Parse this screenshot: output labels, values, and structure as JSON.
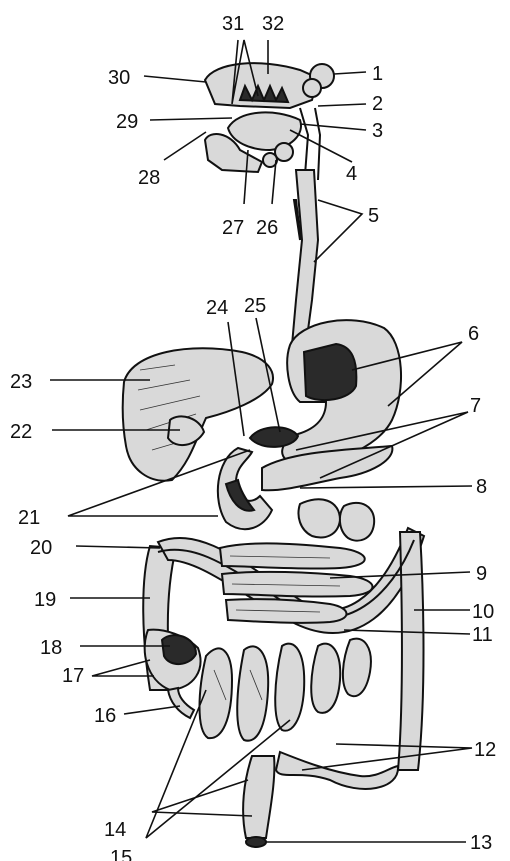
{
  "labels": {
    "l1": "1",
    "l2": "2",
    "l3": "3",
    "l4": "4",
    "l5": "5",
    "l6": "6",
    "l7": "7",
    "l8": "8",
    "l9": "9",
    "l10": "10",
    "l11": "11",
    "l12": "12",
    "l13": "13",
    "l14": "14",
    "l15": "15",
    "l16": "16",
    "l17": "17",
    "l18": "18",
    "l19": "19",
    "l20": "20",
    "l21": "21",
    "l22": "22",
    "l23": "23",
    "l24": "24",
    "l25": "25",
    "l26": "26",
    "l27": "27",
    "l28": "28",
    "l29": "29",
    "l30": "30",
    "l31": "31",
    "l32": "32"
  }
}
